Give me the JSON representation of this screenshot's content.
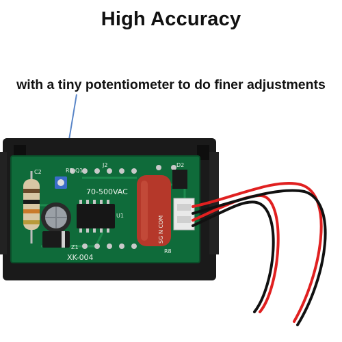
{
  "header": {
    "title": "High Accuracy"
  },
  "callout": {
    "text": "with a tiny potentiometer to do finer adjustments"
  },
  "board": {
    "voltage_label": "70-500VAC",
    "model_label": "XK-004",
    "terminal_label": "SG N COM",
    "ref_c2": "C2",
    "ref_r5": "R5",
    "ref_q1": "Q1",
    "ref_j2": "J2",
    "ref_d2": "D2",
    "ref_u1": "U1",
    "ref_z1": "Z1",
    "ref_r8": "R8"
  },
  "colors": {
    "pcb_green": "#0f6b3a",
    "housing_black": "#1a1a1a",
    "capacitor_red": "#b5382a",
    "wire_red": "#e02020",
    "wire_black": "#111111",
    "pointer_blue": "#5a86c8"
  }
}
